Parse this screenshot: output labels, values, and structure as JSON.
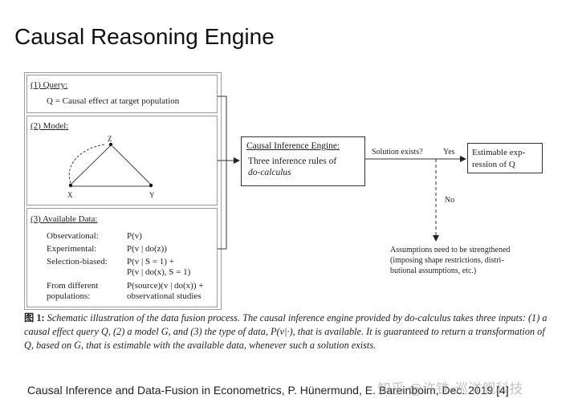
{
  "title": "Causal Reasoning Engine",
  "query": {
    "heading": "(1) Query:",
    "text": "Q = Causal effect at target population"
  },
  "model": {
    "heading": "(2) Model:",
    "nodes": [
      "Z",
      "X",
      "Y"
    ]
  },
  "data_panel": {
    "heading": "(3) Available Data:",
    "rows": [
      {
        "label": "Observational:",
        "value": "P(v)"
      },
      {
        "label": "Experimental:",
        "value": "P(v | do(z))"
      },
      {
        "label": "Selection-biased:",
        "value": "P(v | S = 1) +",
        "value2": "P(v | do(x), S = 1)"
      },
      {
        "label": "From different",
        "label2": "populations:",
        "value": "P(source)(v | do(x)) +",
        "value2": "observational studies"
      }
    ]
  },
  "engine": {
    "title": "Causal Inference Engine:",
    "line1": "Three inference rules of",
    "line2": "do-calculus"
  },
  "solution_label": "Solution exists?",
  "yes_label": "Yes",
  "no_label": "No",
  "output": {
    "line1": "Estimable exp-",
    "line2": "ression of Q"
  },
  "assumptions": {
    "line1": "Assumptions need to be strengthened",
    "line2": "(imposing shape restrictions, distri-",
    "line3": "butional assumptions, etc.)"
  },
  "caption": {
    "label": "图 1:",
    "text": "Schematic illustration of the data fusion process. The causal inference engine provided by do-calculus takes three inputs: (1) a causal effect query Q, (2) a model G, and (3) the type of data, P(v|·), that is available. It is guaranteed to return a transformation of Q, based on G, that is estimable with the available data, whenever such a solution exists."
  },
  "footer": "Causal Inference and Data-Fusion in Econometrics, P. Hünermund, E. Bareinboim, Dec. 2019 [4]",
  "watermark": "知乎 @许铁-巡洋舰科技"
}
